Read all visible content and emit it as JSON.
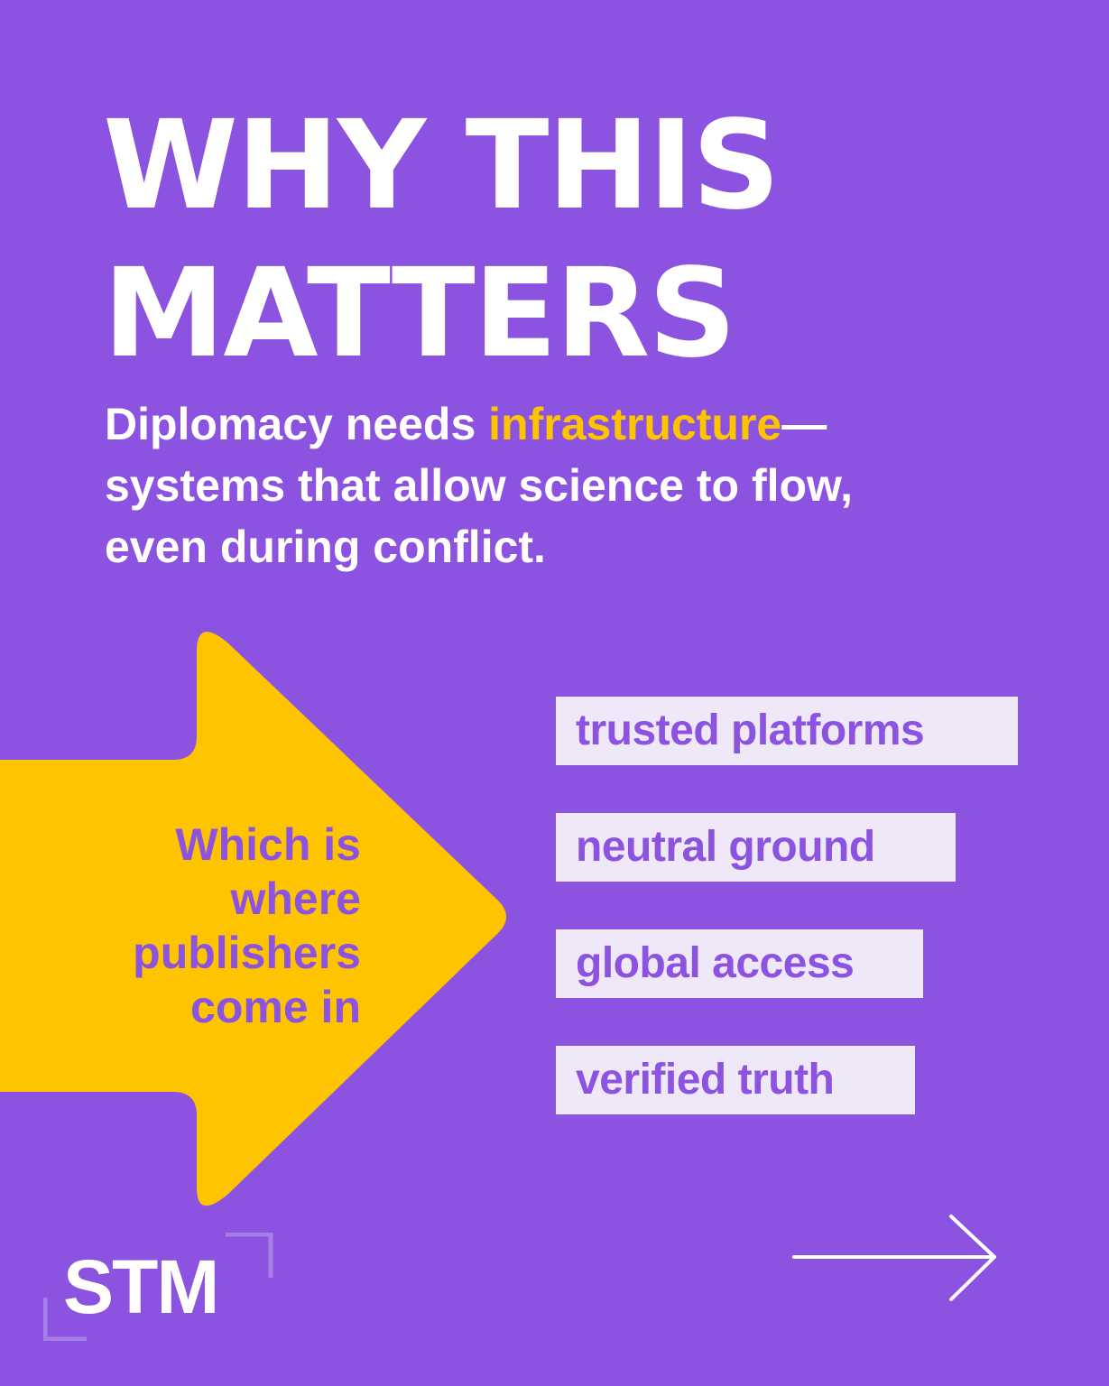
{
  "slide": {
    "title_line1": "WHY THIS",
    "title_line2": "MATTERS",
    "lead": {
      "part1": "Diplomacy needs ",
      "highlight": "infrastructure",
      "part2": "—",
      "line2": "systems that allow science to flow,",
      "line3": "even during conflict."
    },
    "arrow_text": {
      "line1": "Which is",
      "line2": "where",
      "line3": "publishers",
      "line4": "come in"
    },
    "tags": [
      "trusted platforms",
      "neutral ground",
      "global access",
      "verified truth"
    ],
    "logo": "STM"
  },
  "colors": {
    "background": "#8c52e0",
    "accent_yellow": "#ffc400",
    "tag_background": "#efe8f8",
    "text_white": "#ffffff",
    "text_purple": "#8c52e0"
  },
  "icons": {
    "big_arrow": "arrow-right-shape",
    "next": "arrow-right-icon",
    "logo_frame": "corner-bracket-icon"
  }
}
